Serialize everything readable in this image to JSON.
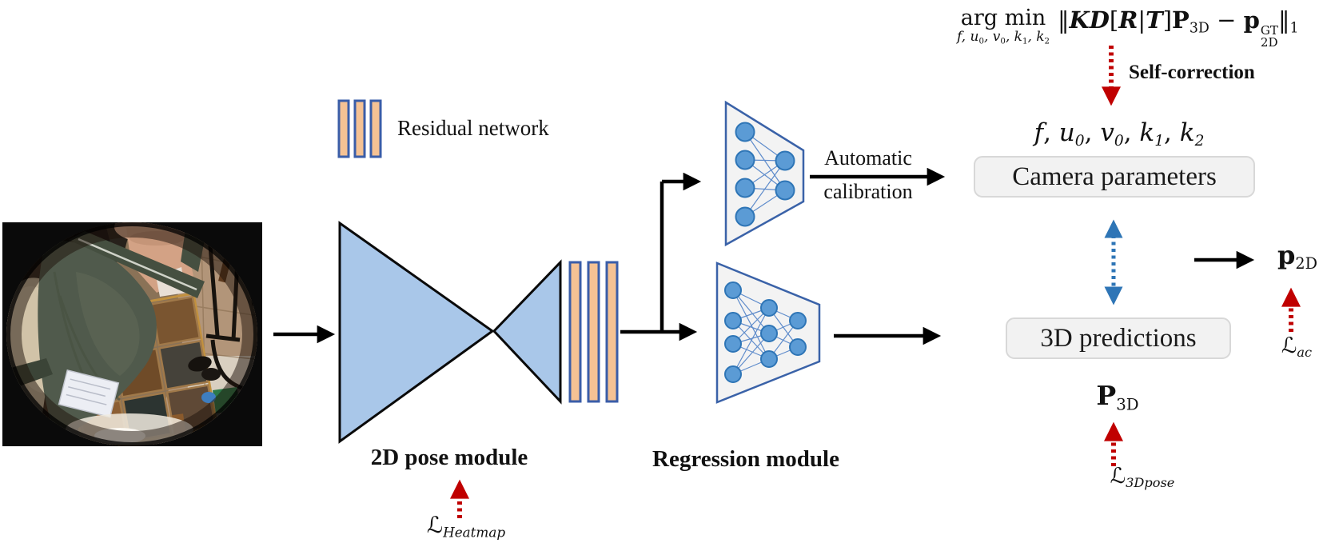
{
  "legend": {
    "residual_network": "Residual network"
  },
  "module_labels": {
    "pose_2d": "2D pose module",
    "regression": "Regression module"
  },
  "arrow_labels": {
    "automatic": "Automatic",
    "calibration": "calibration",
    "self_correction": "Self-correction"
  },
  "boxes": {
    "camera_parameters": "Camera parameters",
    "predictions_3d": "3D predictions"
  },
  "math": {
    "argmin": "arg min",
    "argmin_sub": [
      {
        "t": "f, u",
        "s": "i"
      },
      {
        "t": "0",
        "s": "sub"
      },
      {
        "t": ", v",
        "s": "i"
      },
      {
        "t": "0",
        "s": "sub"
      },
      {
        "t": ", k",
        "s": "i"
      },
      {
        "t": "1",
        "s": "sub"
      },
      {
        "t": ", k",
        "s": "i"
      },
      {
        "t": "2",
        "s": "sub"
      }
    ],
    "objective": [
      {
        "t": "‖",
        "s": "n"
      },
      {
        "t": "KD",
        "s": "bi"
      },
      {
        "t": "[",
        "s": "n"
      },
      {
        "t": "R",
        "s": "bi"
      },
      {
        "t": "|",
        "s": "n"
      },
      {
        "t": "T",
        "s": "bi"
      },
      {
        "t": "]",
        "s": "n"
      },
      {
        "t": "P",
        "s": "b"
      },
      {
        "t": "3D",
        "s": "sub"
      },
      {
        "t": " − ",
        "s": "n"
      },
      {
        "t": "p",
        "s": "b"
      },
      {
        "t": "GT\n2D",
        "s": "stack"
      },
      {
        "t": "‖",
        "s": "n"
      },
      {
        "t": "1",
        "s": "sub"
      }
    ],
    "camera_params": [
      {
        "t": "f",
        "s": "i"
      },
      {
        "t": ", ",
        "s": "n"
      },
      {
        "t": "u",
        "s": "i"
      },
      {
        "t": "0",
        "s": "isub"
      },
      {
        "t": ", ",
        "s": "n"
      },
      {
        "t": "v",
        "s": "i"
      },
      {
        "t": "0",
        "s": "isub"
      },
      {
        "t": ", ",
        "s": "n"
      },
      {
        "t": "k",
        "s": "i"
      },
      {
        "t": "1",
        "s": "isub"
      },
      {
        "t": ", ",
        "s": "n"
      },
      {
        "t": "k",
        "s": "i"
      },
      {
        "t": "2",
        "s": "isub"
      }
    ],
    "output_p2d": [
      {
        "t": "p",
        "s": "b"
      },
      {
        "t": "2D",
        "s": "sub"
      }
    ],
    "output_p3d": [
      {
        "t": "P",
        "s": "b"
      },
      {
        "t": "3D",
        "s": "sub"
      }
    ],
    "loss_ac": [
      {
        "t": "ℒ",
        "s": "n"
      },
      {
        "t": "ac",
        "s": "isub"
      }
    ],
    "loss_3dpose": [
      {
        "t": "ℒ",
        "s": "n"
      },
      {
        "t": "3Dpose",
        "s": "isub"
      }
    ],
    "loss_heatmap": [
      {
        "t": "ℒ",
        "s": "n"
      },
      {
        "t": "Heatmap",
        "s": "isub"
      }
    ]
  },
  "colors": {
    "hourglass_fill": "#a9c7e9",
    "residual_bar_fill": "#f5c294",
    "residual_bar_border": "#3a5da8",
    "mlp_fill": "#f3f3f3",
    "mlp_border": "#3a62a8",
    "node_fill": "#5b9bd5",
    "node_border": "#2e75b6",
    "result_box_fill": "#f2f2f2",
    "result_box_border": "#d8d8d8",
    "loss_arrow_red": "#c00000",
    "consistency_arrow_blue": "#2e75b6",
    "flow_arrow_black": "#000000"
  }
}
